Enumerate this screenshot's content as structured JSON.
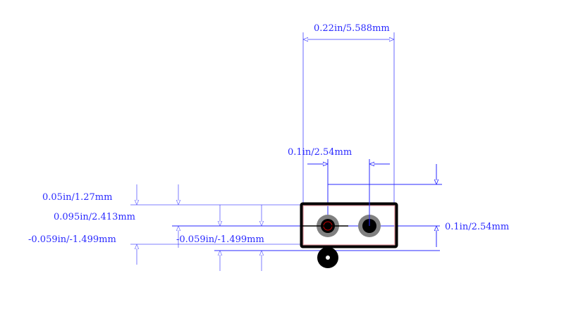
{
  "dimensions": {
    "overall_width": "0.22in/5.588mm",
    "pitch_top": "0.1in/2.54mm",
    "pitch_right": "0.1in/2.54mm",
    "left_height_a": "0.095in/2.413mm",
    "left_height_b": "0.05in/1.27mm",
    "left_offset_a": "-0.059in/-1.499mm",
    "left_offset_b": "-0.059in/-1.499mm"
  },
  "colors": {
    "dimension": "#2a2aff",
    "outline": "#000000",
    "courtyard": "#e8a0a8",
    "pad_ring": "#808080",
    "pin1_mark": "#cc0000"
  }
}
